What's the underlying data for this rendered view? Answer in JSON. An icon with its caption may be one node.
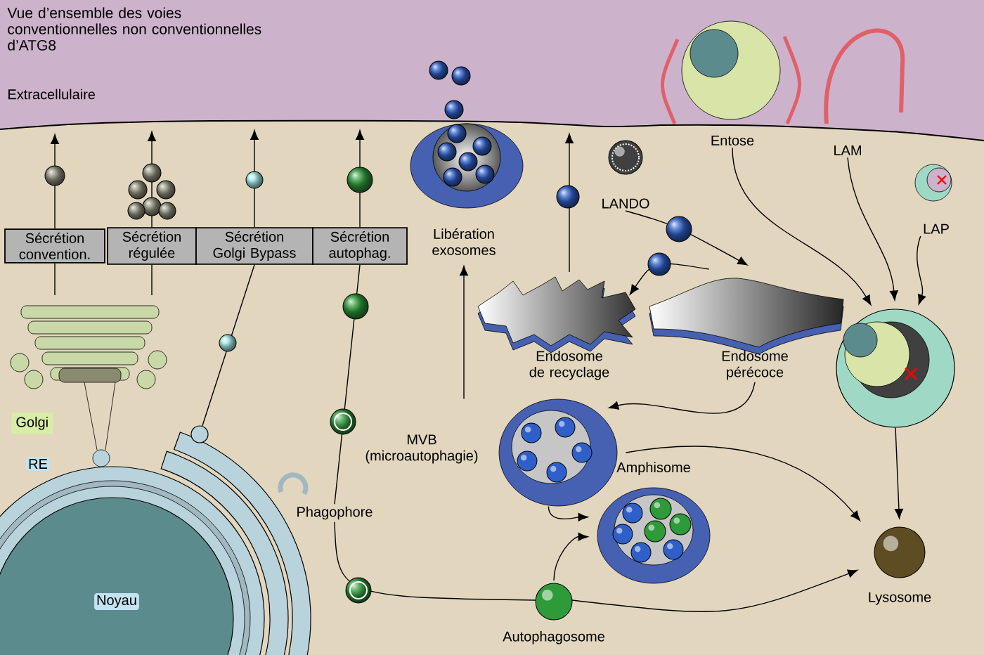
{
  "diagram": {
    "title": "Vue d’ensemble des voies conventionnelles non conventionnelles d’ATG8",
    "nodes": [
      {
        "text": [
          "Sécrétion convention."
        ]
      },
      {
        "text": [
          "Sécrétion régulée"
        ]
      },
      {
        "text": [
          "Sécrétion Golgi Bypass"
        ]
      },
      {
        "text": [
          "Sécrétion autophag."
        ]
      },
      {
        "text": [
          "Libération exosomes"
        ]
      },
      {
        "text": [
          "LANDO"
        ]
      },
      {
        "text": [
          "Entose"
        ]
      },
      {
        "text": [
          "LAM"
        ]
      },
      {
        "text": [
          "LAP"
        ]
      },
      {
        "text": [
          "Endosome de recyclage"
        ]
      },
      {
        "text": [
          "Endosome pérécoce"
        ]
      },
      {
        "text": [
          "Golgi"
        ]
      },
      {
        "text": [
          "RE"
        ]
      },
      {
        "text": [
          "MVB (microautophagie)"
        ]
      },
      {
        "text": [
          "Phagophore"
        ]
      },
      {
        "text": [
          "Amphisome"
        ]
      },
      {
        "text": [
          "Noyau"
        ]
      },
      {
        "text": [
          "Autophagosome"
        ]
      },
      {
        "text": [
          "Lysosome"
        ]
      },
      {
        "text": [],
        "shape": "circle"
      },
      {
        "text": [],
        "shape": "line"
      },
      {
        "text": [],
        "shape": "circle"
      }
    ],
    "edges": [
      {
        "from": 11,
        "to": 0,
        "arrow": "none"
      },
      {
        "from": 11,
        "to": 1,
        "arrow": "none"
      },
      {
        "from": 21,
        "to": 2,
        "arrow": "none"
      },
      {
        "from": 14,
        "to": 3,
        "arrow": "none"
      },
      {
        "from": 0,
        "to": 20,
        "arrow": "to"
      },
      {
        "from": 1,
        "to": 20,
        "arrow": "to"
      },
      {
        "from": 2,
        "to": 20,
        "arrow": "to"
      },
      {
        "from": 3,
        "to": 20,
        "arrow": "to"
      },
      {
        "from": 13,
        "to": 4,
        "arrow": "to"
      },
      {
        "from": 9,
        "to": 20,
        "arrow": "to"
      },
      {
        "from": 5,
        "to": 10,
        "arrow": "to"
      },
      {
        "from": 10,
        "to": 9,
        "arrow": "to"
      },
      {
        "from": 10,
        "to": 13,
        "arrow": "to"
      },
      {
        "from": 13,
        "to": 18,
        "arrow": "to"
      },
      {
        "from": 13,
        "to": 15,
        "arrow": "to"
      },
      {
        "from": 17,
        "to": 15,
        "arrow": "to"
      },
      {
        "from": 17,
        "to": 18,
        "arrow": "to"
      },
      {
        "from": 14,
        "to": 17,
        "arrow": "none"
      },
      {
        "from": 6,
        "to": 19,
        "arrow": "to"
      },
      {
        "from": 7,
        "to": 19,
        "arrow": "to"
      },
      {
        "from": 8,
        "to": 19,
        "arrow": "to"
      },
      {
        "from": 19,
        "to": 18,
        "arrow": "to"
      }
    ],
    "labels": [
      "Extracellulaire"
    ]
  }
}
